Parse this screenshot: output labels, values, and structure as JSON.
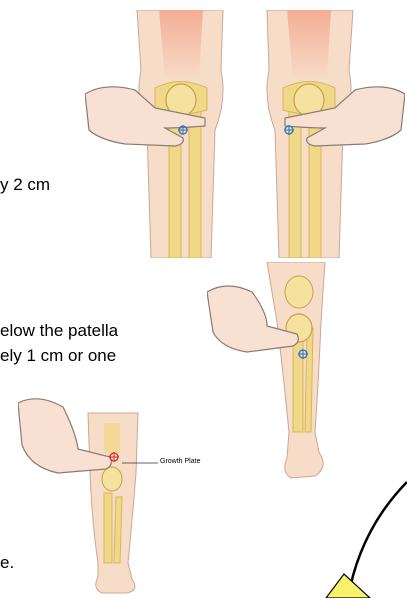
{
  "text_fragments": {
    "line_2cm": "y 2 cm",
    "line_patella": "elow the patella",
    "line_1cm": "ely 1 cm or one",
    "line_end": "e."
  },
  "illustrations": {
    "growth_plate_label": "Growth Plate"
  },
  "colors": {
    "skin": "#f7dcc8",
    "skin_dark": "#e8b99a",
    "bone": "#f0d889",
    "bone_edge": "#d8b65a",
    "muscle": "#f2b6a6",
    "outline": "#8a7a70",
    "cross_blue": "#2a73c9",
    "cross_red": "#d52a2a",
    "arrow_yellow": "#f6f36a"
  }
}
